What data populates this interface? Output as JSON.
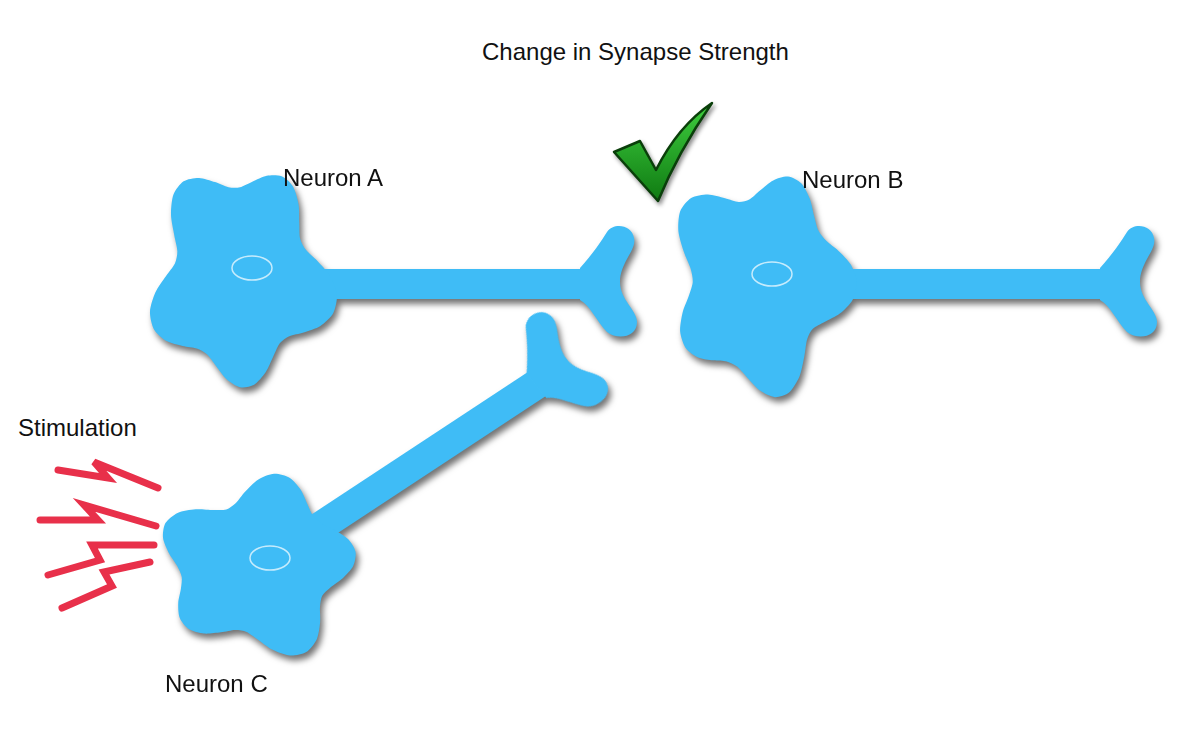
{
  "diagram": {
    "nodes": [
      {
        "text": [
          "Neuron A"
        ]
      },
      {
        "text": [
          "Neuron B"
        ]
      },
      {
        "text": [
          "Neuron C"
        ]
      }
    ],
    "labels": [
      "Change in Synapse Strength",
      "Stimulation"
    ]
  }
}
